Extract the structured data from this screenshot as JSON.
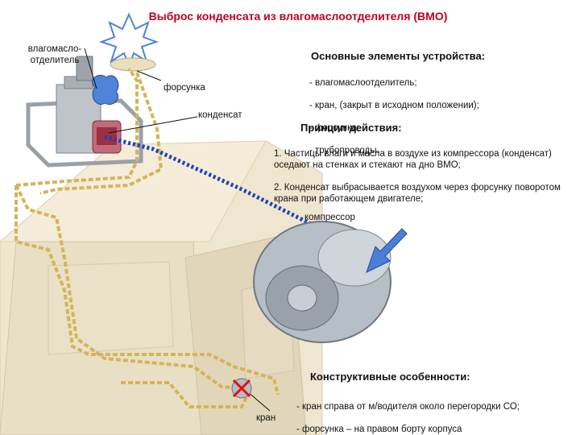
{
  "title": "Выброс конденсата из влагомаслоотделителя (ВМО)",
  "labels": {
    "separator": "влагомасло-\nотделитель",
    "nozzle": "форсунка",
    "condensate": "конденсат",
    "compressor": "компрессор",
    "valve": "кран"
  },
  "elements": {
    "heading": "Основные элементы устройства:",
    "items": [
      "- влагомаслоотделитель;",
      "- кран, (закрыт в исходном положении);",
      "- форсунка;",
      "- трубопроводы."
    ]
  },
  "principle": {
    "heading": "Принцип действия:",
    "items": [
      "1. Частицы влаги и масла в воздухе из компрессора (конденсат) оседают на стенках и стекают на дно ВМО;",
      "2. Конденсат выбрасывается воздухом через форсунку поворотом крана при работающем двигателе;"
    ]
  },
  "features": {
    "heading": "Конструктивные особенности:",
    "items": [
      "- кран справа от м/водителя около перегородки СО;",
      "- форсунка – на правом борту корпуса"
    ]
  },
  "colors": {
    "title": "#c0001e",
    "hull": "#efe6cf",
    "pipe": "#d4b45a",
    "dotted_flow": "#1e3fbe",
    "arrow": "#4a7fd8",
    "valve_mark": "#e01010"
  }
}
